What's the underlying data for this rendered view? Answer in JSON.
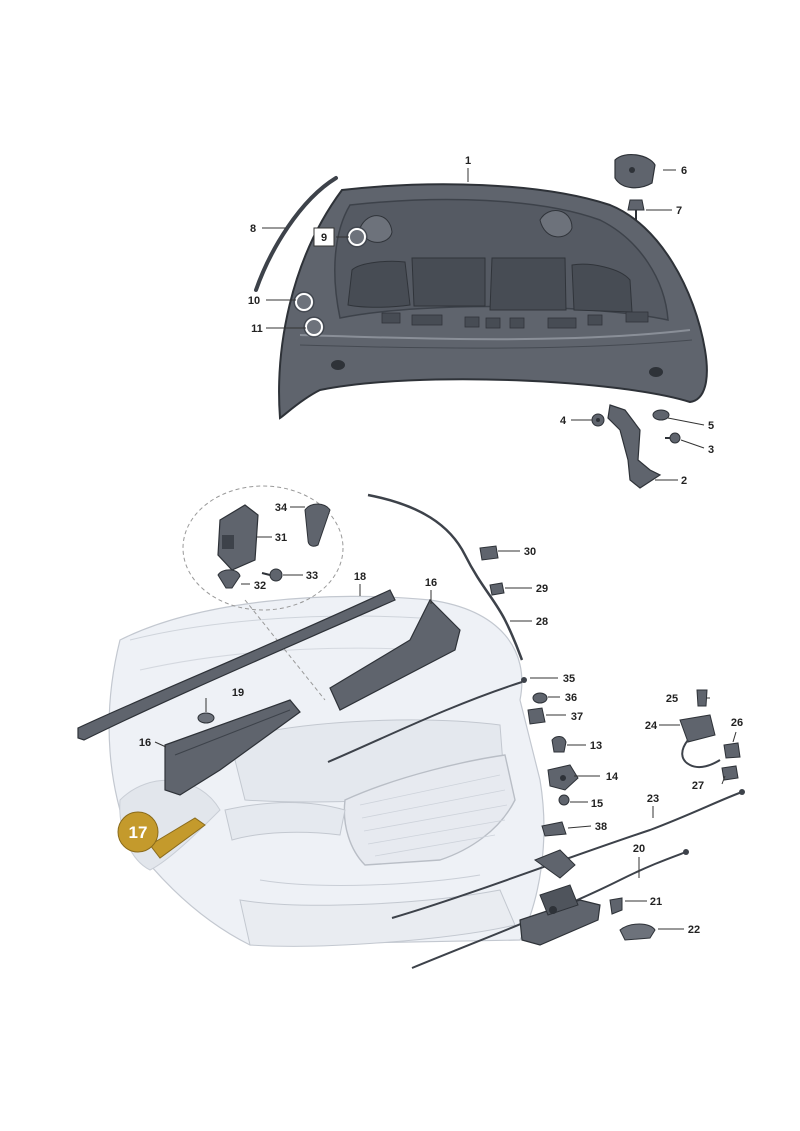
{
  "diagram": {
    "highlight": {
      "label": "17",
      "color": "#c49a2c"
    },
    "callouts": {
      "c1": "1",
      "c2": "2",
      "c3": "3",
      "c4": "4",
      "c5": "5",
      "c6": "6",
      "c7": "7",
      "c8": "8",
      "c9": "9",
      "c10": "10",
      "c11": "11",
      "c13": "13",
      "c14": "14",
      "c15": "15",
      "c16a": "16",
      "c16b": "16",
      "c18": "18",
      "c19": "19",
      "c20": "20",
      "c21": "21",
      "c22": "22",
      "c23": "23",
      "c24": "24",
      "c25": "25",
      "c26": "26",
      "c27": "27",
      "c28": "28",
      "c29": "29",
      "c30": "30",
      "c31": "31",
      "c32": "32",
      "c33": "33",
      "c34": "34",
      "c35": "35",
      "c36": "36",
      "c37": "37",
      "c38": "38"
    },
    "colors": {
      "hood_fill": "#5f646d",
      "hood_dark": "#3d424a",
      "part_dark": "#4f545c",
      "body_light": "#eef1f6",
      "body_line": "#b9bec6",
      "accent": "#c49a2c"
    }
  }
}
